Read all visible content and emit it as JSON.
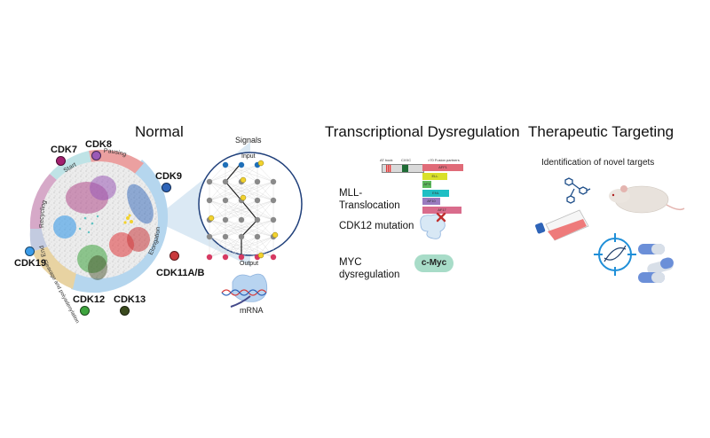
{
  "sections": {
    "normal": {
      "title": "Normal"
    },
    "dysregulation": {
      "title": "Transcriptional Dysregulation"
    },
    "therapeutic": {
      "title": "Therapeutic Targeting"
    }
  },
  "cycle": {
    "phases": [
      "Start",
      "Pausing",
      "Elongation",
      "Cleavage and polyadenylation",
      "End",
      "Recycling"
    ],
    "phase_colors": {
      "start": "#bfe3e6",
      "pausing": "#eba0a0",
      "elongation": "#b5d6ee",
      "cleavage": "#e8d3a2",
      "end": "#c3cbe0",
      "recycling": "#d6a9c8"
    }
  },
  "cdks": [
    {
      "label": "CDK7",
      "color": "#a3206f"
    },
    {
      "label": "CDK8",
      "color": "#9b59b6"
    },
    {
      "label": "CDK9",
      "color": "#2e64b8"
    },
    {
      "label": "CDK11A/B",
      "color": "#c9393c"
    },
    {
      "label": "CDK13",
      "color": "#3b4a1e"
    },
    {
      "label": "CDK12",
      "color": "#3ea43e"
    },
    {
      "label": "CDK19",
      "color": "#3a9be8"
    }
  ],
  "network": {
    "title": "Signals",
    "input_label": "Input",
    "output_label": "Output",
    "mrna_label": "mRNA"
  },
  "dysregulation": {
    "mll": {
      "label": "MLL-\nTranslocation",
      "label_line1": "MLL-",
      "label_line2": "Translocation",
      "header_at_hook": "AT hook",
      "header_cxxc": "CXXC",
      "header_partners": ">70 Fusion partners",
      "partners": [
        {
          "name": "AFF1",
          "color": "#e06b78"
        },
        {
          "name": "ELL",
          "color": "#d9e028"
        },
        {
          "name": "AF9",
          "color": "#5cb85c"
        },
        {
          "name": "ENL",
          "color": "#1fbfc4"
        },
        {
          "name": "AF10",
          "color": "#9a7bbf"
        },
        {
          "name": "AF17",
          "color": "#d96c8c"
        }
      ]
    },
    "cdk12": {
      "label": "CDK12 mutation"
    },
    "myc": {
      "label_line1": "MYC",
      "label_line2": "dysregulation",
      "badge": "c-Myc",
      "badge_color": "#a8dcc8"
    }
  },
  "therapeutic": {
    "subtitle": "Identification of novel targets"
  }
}
